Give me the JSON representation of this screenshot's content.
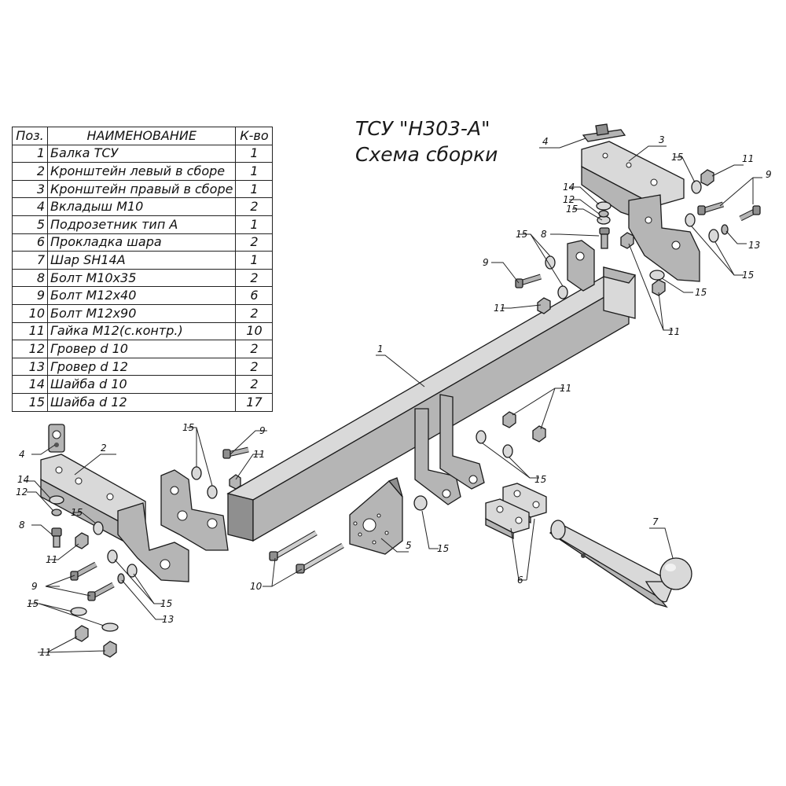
{
  "title": {
    "line1": "ТСУ \"Н303-А\"",
    "line2": "Схема сборки"
  },
  "bom": {
    "headers": {
      "pos": "Поз.",
      "name": "НАИМЕНОВАНИЕ",
      "qty": "К-во"
    },
    "rows": [
      {
        "pos": "1",
        "name": "Балка ТСУ",
        "qty": "1"
      },
      {
        "pos": "2",
        "name": "Кронштейн левый в сборе",
        "qty": "1"
      },
      {
        "pos": "3",
        "name": "Кронштейн правый в сборе",
        "qty": "1"
      },
      {
        "pos": "4",
        "name": "Вкладыш М10",
        "qty": "2"
      },
      {
        "pos": "5",
        "name": "Подрозетник тип А",
        "qty": "1"
      },
      {
        "pos": "6",
        "name": "Прокладка шара",
        "qty": "2"
      },
      {
        "pos": "7",
        "name": "Шар SH14A",
        "qty": "1"
      },
      {
        "pos": "8",
        "name": "Болт М10х35",
        "qty": "2"
      },
      {
        "pos": "9",
        "name": "Болт М12х40",
        "qty": "6"
      },
      {
        "pos": "10",
        "name": "Болт М12х90",
        "qty": "2"
      },
      {
        "pos": "11",
        "name": "Гайка М12(с.контр.)",
        "qty": "10"
      },
      {
        "pos": "12",
        "name": "Гровер d 10",
        "qty": "2"
      },
      {
        "pos": "13",
        "name": "Гровер d 12",
        "qty": "2"
      },
      {
        "pos": "14",
        "name": "Шайба d 10",
        "qty": "2"
      },
      {
        "pos": "15",
        "name": "Шайба d 12",
        "qty": "17"
      }
    ]
  },
  "callouts": {
    "beam": "1",
    "left_bracket": "2",
    "right_bracket": "3",
    "insert": "4",
    "socket_plate": "5",
    "ball_spacer": "6",
    "ball": "7",
    "bolt_m10x35": "8",
    "bolt_m12x40": "9",
    "bolt_m12x90": "10",
    "nut_m12": "11",
    "spring_washer_d10": "12",
    "spring_washer_d12": "13",
    "washer_d10": "14",
    "washer_d12": "15"
  }
}
